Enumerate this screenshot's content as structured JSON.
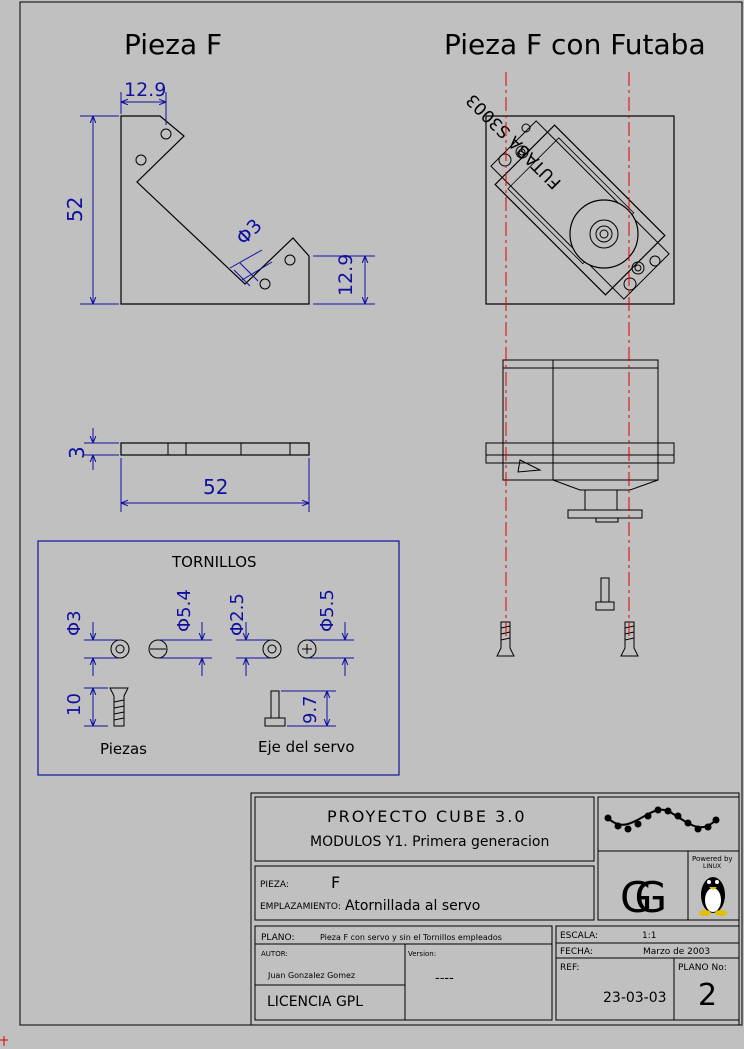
{
  "titles": {
    "left": "Pieza F",
    "right": "Pieza F con Futaba"
  },
  "dims": {
    "top_width": "12.9",
    "height": "52",
    "hole": "Φ3",
    "right_tab": "12.9",
    "thickness": "3",
    "length": "52"
  },
  "servo_label": "FUTABA S3003",
  "tornillos": {
    "title": "TORNILLOS",
    "d1": "Φ3",
    "d2": "Φ5.4",
    "d3": "Φ2.5",
    "d4": "Φ5.5",
    "len1": "10",
    "len2": "9.7",
    "piezas": "Piezas",
    "eje": "Eje del servo"
  },
  "titleblock": {
    "project": "PROYECTO CUBE 3.0",
    "modules": "MODULOS Y1. Primera generacion",
    "pieza_label": "PIEZA:",
    "pieza_value": "F",
    "emplazamiento_label": "EMPLAZAMIENTO:",
    "emplazamiento_value": "Atornillada al servo",
    "plano_label": "PLANO:",
    "plano_value": "Pieza F con servo y sin el Tornillos empleados",
    "autor_label": "AUTOR:",
    "autor_value": "Juan Gonzalez Gomez",
    "version_label": "Version:",
    "version_value": "----",
    "licencia": "LICENCIA GPL",
    "escala_label": "ESCALA:",
    "escala_value": "1:1",
    "fecha_label": "FECHA:",
    "fecha_value": "Marzo de 2003",
    "ref_label": "REF:",
    "ref_value": "23-03-03",
    "plano_no_label": "PLANO No:",
    "plano_no_value": "2",
    "logo_text": "GG",
    "powered_by": "Powered by",
    "linux": "LINUX"
  }
}
